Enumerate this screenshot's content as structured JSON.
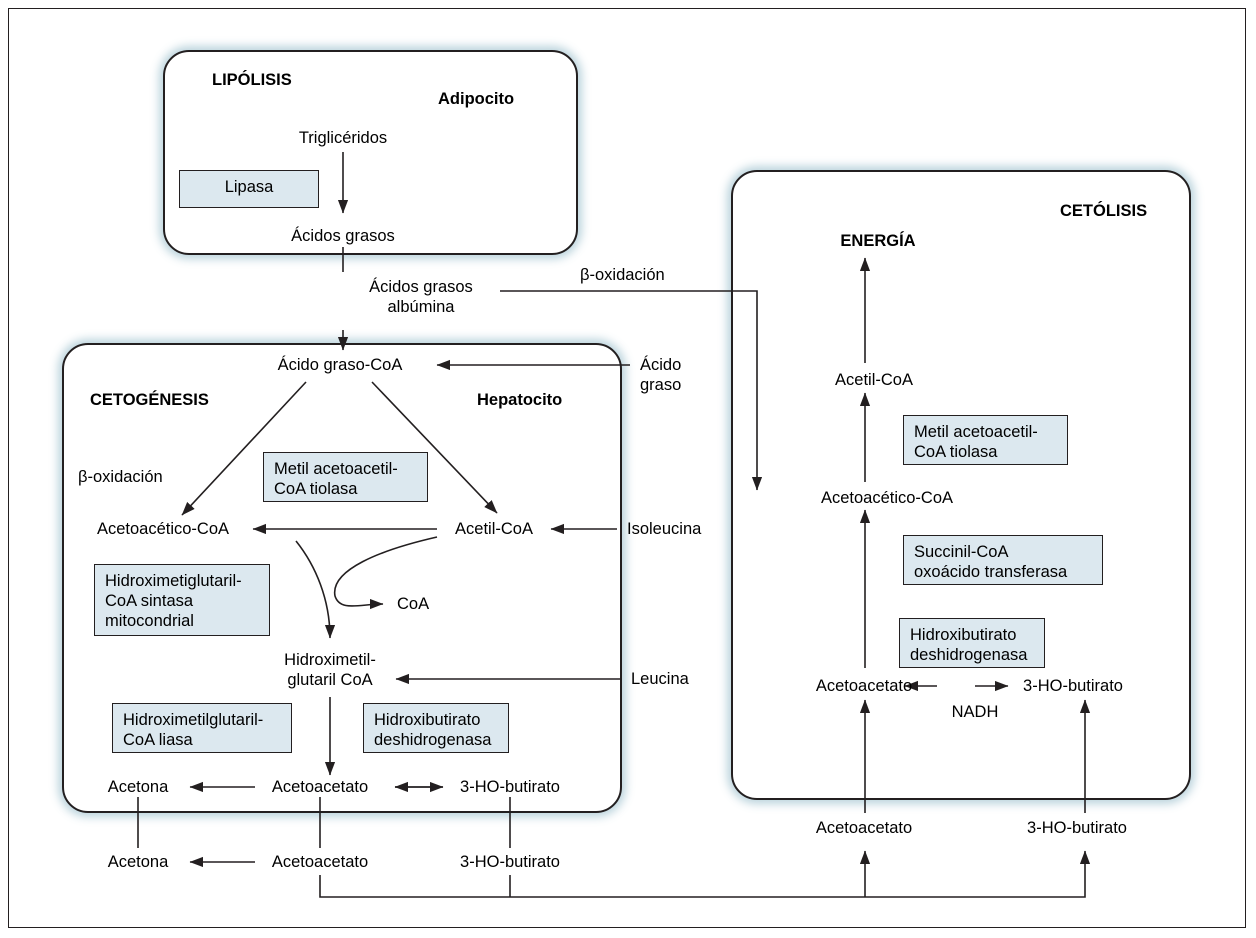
{
  "diagram": {
    "title_hidden": "Metabolismo de cuerpos cetonicos",
    "panels": {
      "lipolisis": {
        "title": "LIPÓLISIS",
        "cell": "Adipocito"
      },
      "cetogenesis": {
        "title": "CETOGÉNESIS",
        "cell": "Hepatocito"
      },
      "cetolisis": {
        "title": "CETÓLISIS"
      }
    },
    "labels": {
      "trigliceridos": "Triglicéridos",
      "acidos_grasos": "Ácidos grasos",
      "acidos_grasos_albumina": "Ácidos grasos\nalbúmina",
      "beta_oxidacion_top": "β-oxidación",
      "acido_graso_coa": "Ácido graso-CoA",
      "acido_graso_right": "Ácido\ngraso",
      "beta_oxidacion_left": "β-oxidación",
      "acetoacetico_coa_left": "Acetoacético-CoA",
      "acetil_coa_left": "Acetil-CoA",
      "isoleucina": "Isoleucina",
      "coa": "CoA",
      "hidroximetil_glutaril_coa": "Hidroximetil-\nglutaril CoA",
      "leucina": "Leucina",
      "acetona_in": "Acetona",
      "acetoacetato_in": "Acetoacetato",
      "hobutirato_in": "3-HO-butirato",
      "acetona_out": "Acetona",
      "acetoacetato_out": "Acetoacetato",
      "hobutirato_out": "3-HO-butirato",
      "energia": "ENERGÍA",
      "acetil_coa_right": "Acetil-CoA",
      "acetoacetico_coa_right": "Acetoacético-CoA",
      "acetoacetato_right": "Acetoacetato",
      "hobutirato_right": "3-HO-butirato",
      "nadh": "NADH",
      "acetoacetato_bottom_right": "Acetoacetato",
      "hobutirato_bottom_right": "3-HO-butirato"
    },
    "enzyme_boxes": {
      "lipasa": "Lipasa",
      "metil_acetoacetil_coa_tiolasa_left": "Metil acetoacetil-\nCoA tiolasa",
      "hmg_coa_sintasa": "Hidroximetiglutaril-\nCoA sintasa\nmitocondrial",
      "hmg_coa_liasa": "Hidroximetilglutaril-\nCoA liasa",
      "hidroxibutirato_deshidrogenasa_left": "Hidroxibutirato\ndeshidrogenasa",
      "metil_acetoacetil_coa_tiolasa_right": "Metil acetoacetil-\nCoA tiolasa",
      "succinil_coa_transferasa": "Succinil-CoA\noxoácido transferasa",
      "hidroxibutirato_deshidrogenasa_right": "Hidroxibutirato\ndeshidrogenasa"
    },
    "colors": {
      "enzyme_box_fill": "#dce8ef",
      "stroke": "#231f20",
      "glow": "#b0cdd7",
      "background": "#ffffff"
    }
  }
}
